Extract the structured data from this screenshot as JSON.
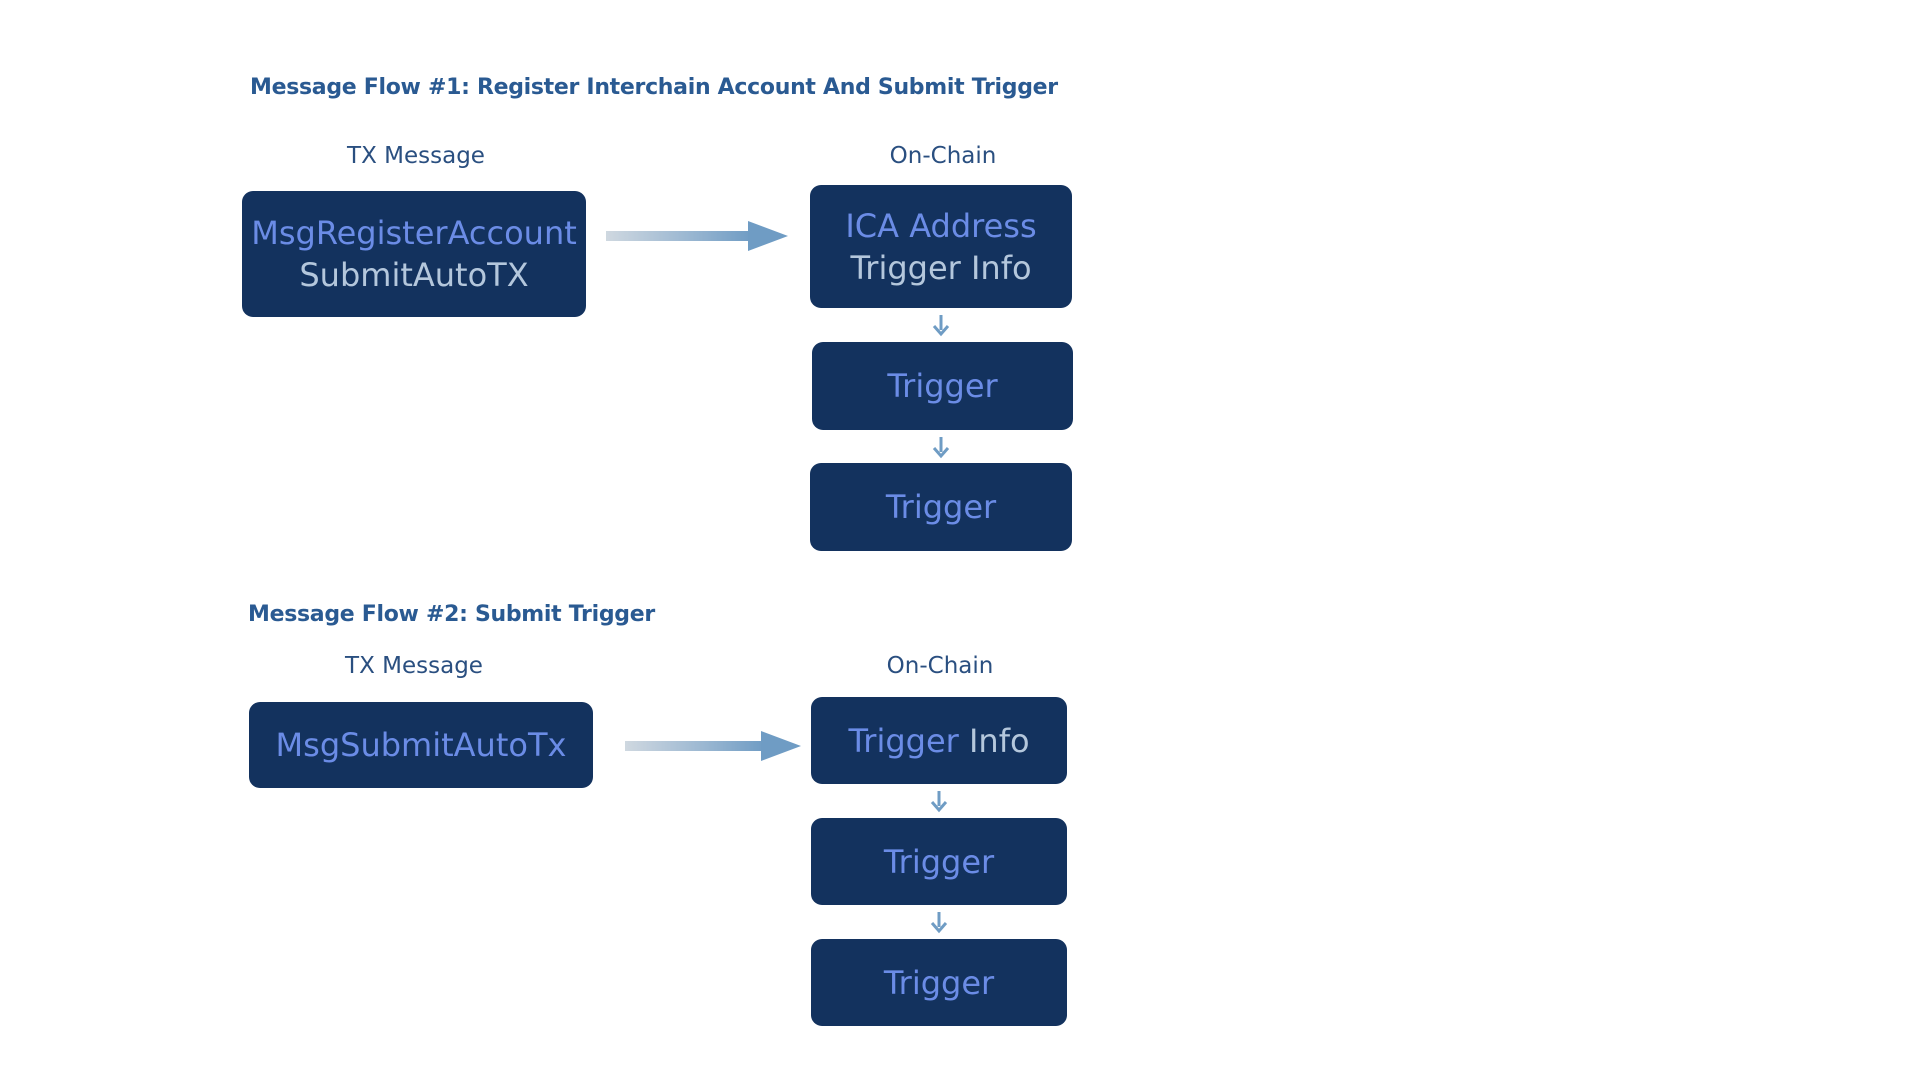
{
  "flow1": {
    "title": "Message Flow #1: Register Interchain Account And Submit Trigger",
    "tx_label": "TX Message",
    "chain_label": "On-Chain",
    "tx_box": {
      "line1": "MsgRegisterAccount",
      "line2": "SubmitAutoTX"
    },
    "chain_boxes": {
      "first": {
        "line1": "ICA Address",
        "line2_part1": "Trigger",
        "line2_part2": "Info"
      },
      "second": "Trigger",
      "third": "Trigger"
    }
  },
  "flow2": {
    "title": "Message Flow #2: Submit Trigger",
    "tx_label": "TX Message",
    "chain_label": "On-Chain",
    "tx_box": "MsgSubmitAutoTx",
    "chain_boxes": {
      "first": {
        "part1": "Trigger",
        "part2": "Info"
      },
      "second": "Trigger",
      "third": "Trigger"
    }
  },
  "colors": {
    "box_fill": "#13325e",
    "box_text_blue": "#6b8ce6",
    "box_text_light": "#b4c7dc",
    "title": "#2a5a92",
    "arrow": "#6f9cc4"
  },
  "icons": {
    "flow_arrow": "right-arrow-icon",
    "step_connector": "down-arrow-icon"
  }
}
